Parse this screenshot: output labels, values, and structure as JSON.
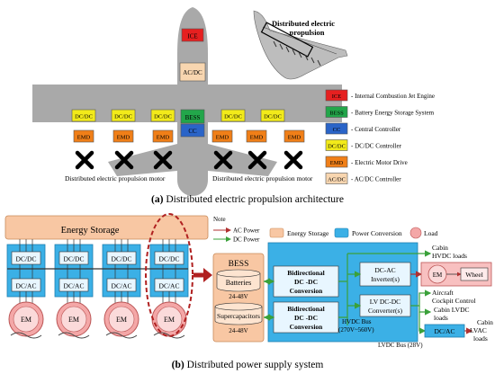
{
  "top": {
    "caption_letter": "(a)",
    "caption_text": " Distributed electric propulsion architecture",
    "ice_label": "ICE",
    "acdc_label": "AC/DC",
    "bess_label": "BESS",
    "cc_label": "CC",
    "dcdc_label": "DC/DC",
    "emd_label": "EMD",
    "motor_label": "Distributed electric propulsion motor",
    "inset_title_line1": "Distributed electric",
    "inset_title_line2": "propulsion",
    "legend": [
      {
        "abbr": "ICE",
        "text": "- Internal Combustion Jet Engine",
        "color": "#e62020"
      },
      {
        "abbr": "BESS",
        "text": "- Battery Energy Storage System",
        "color": "#22a64a"
      },
      {
        "abbr": "CC",
        "text": "- Central Controller",
        "color": "#2a64c8"
      },
      {
        "abbr": "DC/DC",
        "text": "- DC/DC Controller",
        "color": "#f2ea1a"
      },
      {
        "abbr": "EMD",
        "text": "- Electric Motor Drive",
        "color": "#f07f18"
      },
      {
        "abbr": "AC/DC",
        "text": "- AC/DC Controller",
        "color": "#f8d6b0"
      }
    ]
  },
  "bottom": {
    "caption_letter": "(b)",
    "caption_text": " Distributed power supply system",
    "energy_storage_title": "Energy Storage",
    "dcdc": "DC/DC",
    "dcac": "DC/AC",
    "em": "EM",
    "note_title": "Note",
    "note_ac": "AC Power",
    "note_dc": "DC Power",
    "legend_energy": "Energy Storage",
    "legend_power": "Power Conversion",
    "legend_load": "Load",
    "bess_title": "BESS",
    "batteries": "Batteries",
    "batteries_v": "24-48V",
    "supercaps": "Supercapacitors",
    "supercaps_v": "24-48V",
    "bidir_line1": "Bidirectional",
    "bidir_line2": "DC -DC",
    "bidir_line3": "Conversion",
    "dcac_inv_line1": "DC-AC",
    "dcac_inv_line2": "Inverter(s)",
    "lv_line1": "LV DC-DC",
    "lv_line2": "Converter(s)",
    "hvdc_line1": "HVDC Bus",
    "hvdc_line2": "(270V~560V)",
    "lvdc": "LVDC Bus (28V)",
    "cabin_hvdc_line1": "Cabin",
    "cabin_hvdc_line2": "HVDC loads",
    "wheel": "Wheel",
    "aircraft_line1": "Aircraft",
    "aircraft_line2": "Cockpit Control",
    "cabin_lvdc_line1": "Cabin LVDC",
    "cabin_lvdc_line2": "loads",
    "cabin_lvac_line1": "Cabin",
    "cabin_lvac_line2": "LVAC",
    "cabin_lvac_line3": "loads",
    "dcac_small": "DC/AC"
  }
}
